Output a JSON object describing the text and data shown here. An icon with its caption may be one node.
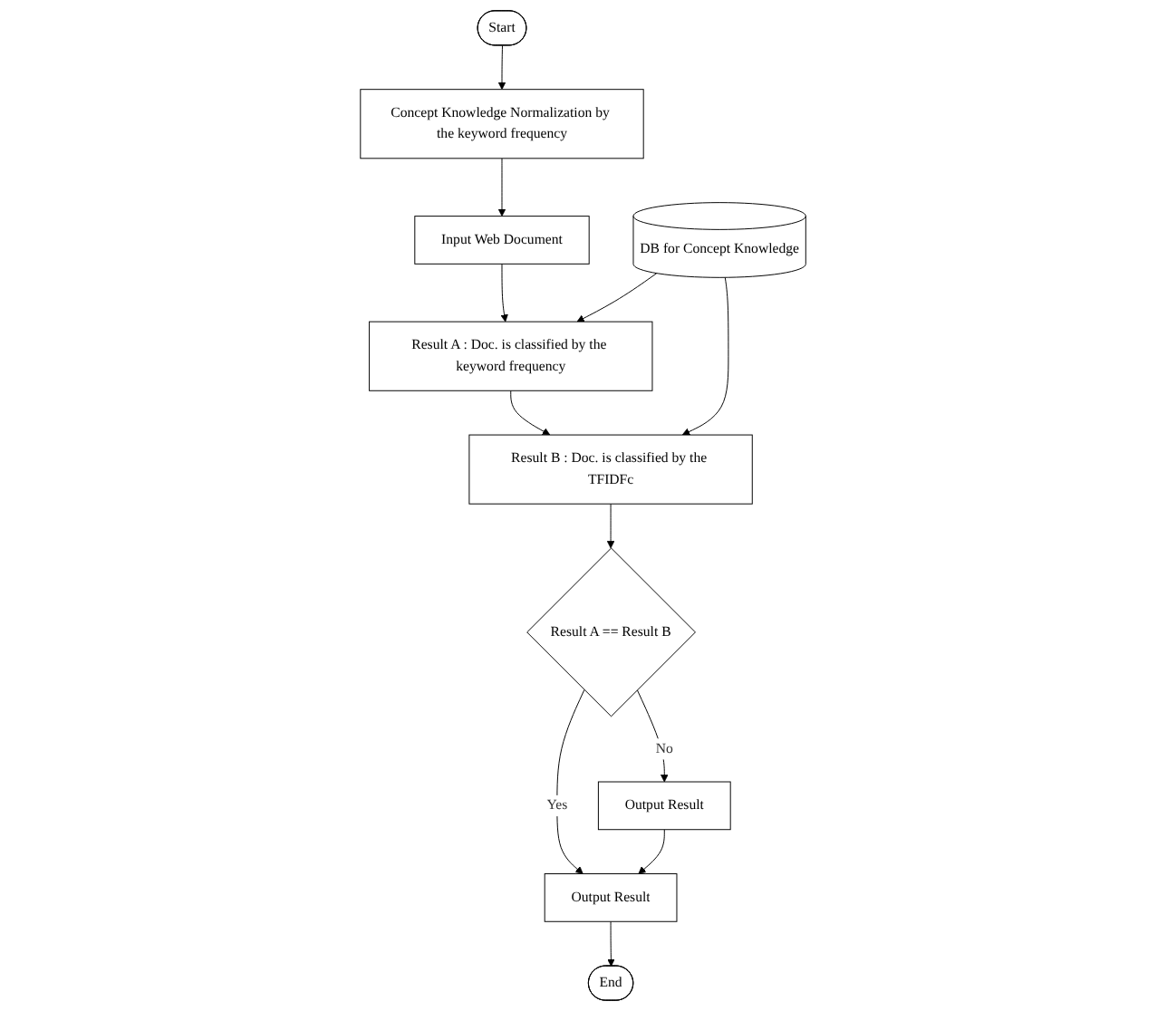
{
  "diagram": {
    "nodes": [
      {
        "text": [
          "Start"
        ]
      },
      {
        "text": [
          "Concept Knowledge Normalization by the keyword frequency"
        ]
      },
      {
        "text": [
          "Input Web Document"
        ]
      },
      {
        "text": [
          "Result A : Doc. is classified by the keyword frequency"
        ]
      },
      {
        "text": [
          "Result B : Doc. is classified by the TFIDFc"
        ]
      },
      {
        "text": [
          "DB for Concept Knowledge"
        ]
      },
      {
        "text": [
          "Result A == Result B"
        ]
      },
      {
        "text": [
          "Output Result"
        ]
      },
      {
        "text": [
          "Output Result"
        ]
      },
      {
        "text": [
          "End"
        ]
      }
    ],
    "edges": [
      {
        "from": 0,
        "to": 1,
        "arrow": "to"
      },
      {
        "from": 1,
        "to": 2,
        "arrow": "to"
      },
      {
        "from": 2,
        "to": 3,
        "arrow": "to"
      },
      {
        "from": 3,
        "to": 4,
        "arrow": "to"
      },
      {
        "from": 5,
        "to": 3,
        "arrow": "to"
      },
      {
        "from": 5,
        "to": 4,
        "arrow": "to"
      },
      {
        "from": 4,
        "to": 6,
        "arrow": "to"
      },
      {
        "from": 6,
        "to": 7,
        "label": "Yes",
        "arrow": "to"
      },
      {
        "from": 6,
        "to": 8,
        "label": "No",
        "arrow": "to"
      },
      {
        "from": 8,
        "to": 7,
        "arrow": "to"
      },
      {
        "from": 7,
        "to": 9,
        "arrow": "to"
      }
    ]
  }
}
